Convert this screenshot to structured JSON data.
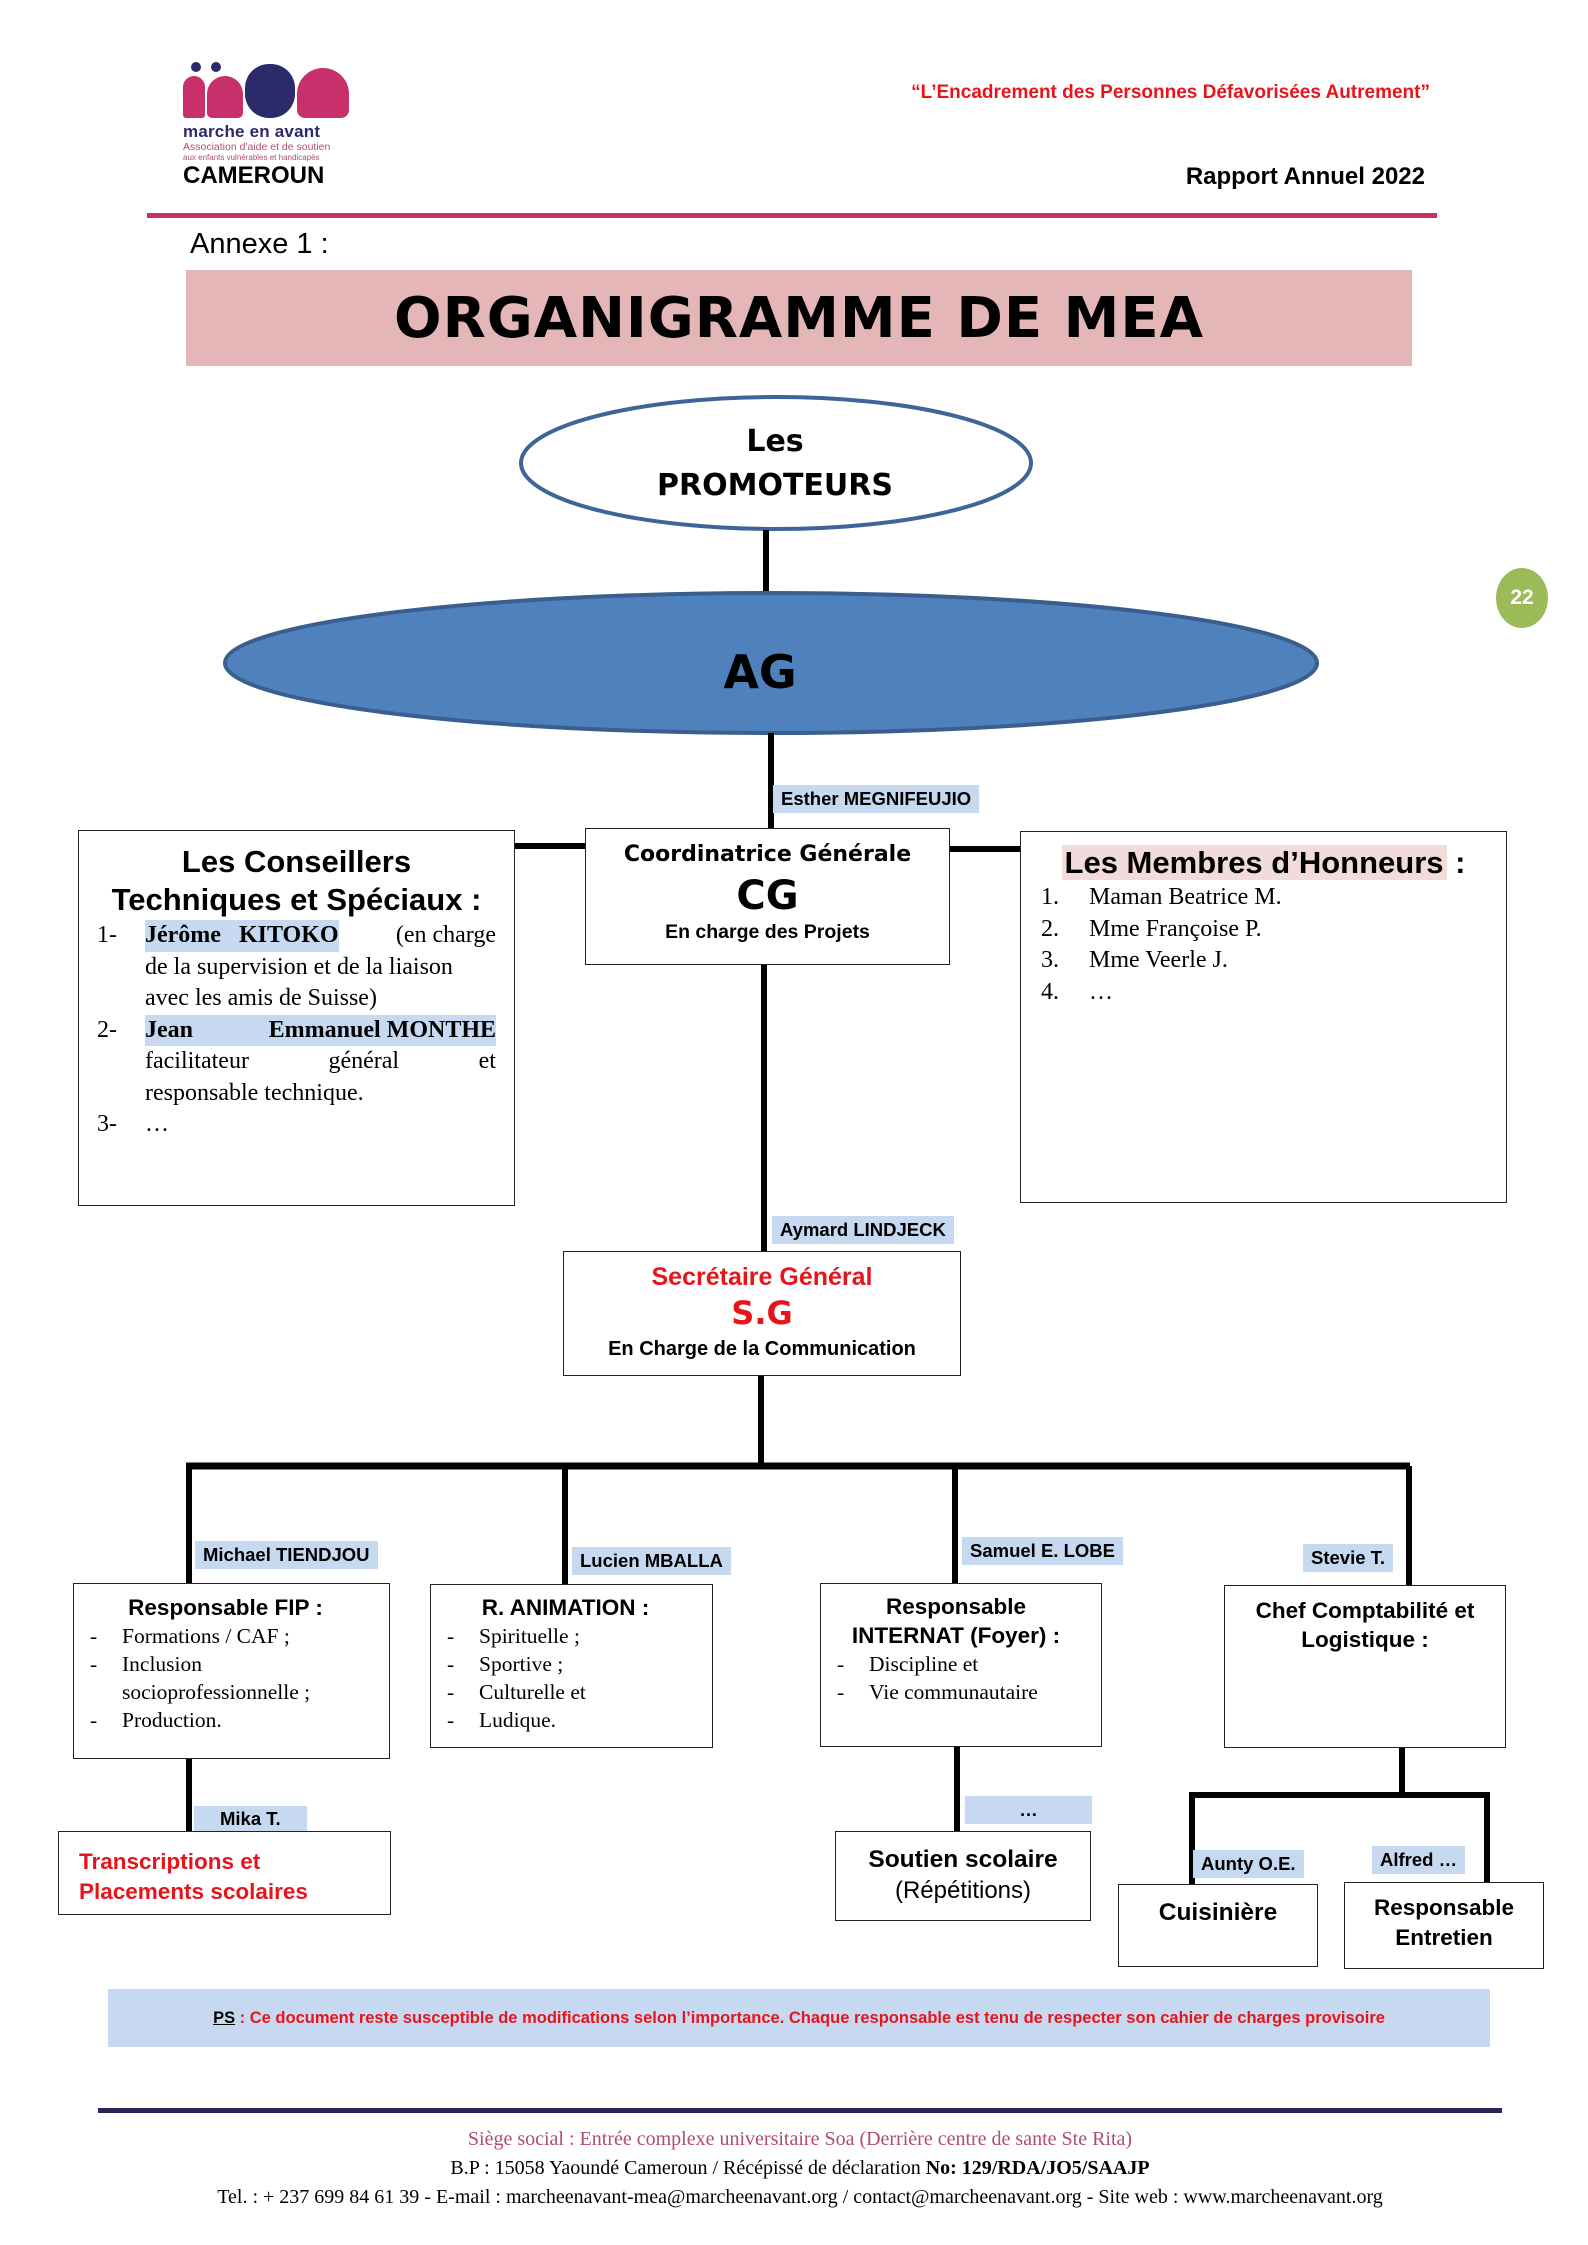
{
  "header": {
    "logo": {
      "name": "marche en avant",
      "subtitle_1": "Association d'aide et de soutien",
      "subtitle_2": "aux enfants vulnérables et handicapés",
      "country": "CAMEROUN"
    },
    "slogan": "“L’Encadrement des Personnes Défavorisées Autrement”",
    "report_title": "Rapport Annuel 2022"
  },
  "annexe_label": "Annexe 1 :",
  "page_title": "ORGANIGRAMME DE MEA",
  "page_number": "22",
  "colors": {
    "brand_pink": "#c8306b",
    "brand_navy": "#2b2a6b",
    "title_band": "#e4b6b7",
    "ag_fill": "#4f81bd",
    "name_tag": "#c6d9f0",
    "accent_red": "#e8141b",
    "page_badge": "#9bbb59"
  },
  "org": {
    "promoteurs": {
      "line1": "Les",
      "line2": "PROMOTEURS"
    },
    "ag": {
      "label": "AG"
    },
    "cg": {
      "person": "Esther MEGNIFEUJIO",
      "title": "Coordinatrice Générale",
      "abbr": "CG",
      "role": "En charge des Projets"
    },
    "conseillers": {
      "title_1": "Les Conseillers",
      "title_2": "Techniques et Spéciaux :",
      "items": [
        {
          "num": "1-",
          "name": "Jérôme KITOKO",
          "name_first": "Jérôme",
          "name_last": "KITOKO",
          "desc_line1": "(en charge",
          "desc_line2": "de la supervision et de la liaison",
          "desc_line3": "avec les amis de Suisse)"
        },
        {
          "num": "2-",
          "name": "Jean Emmanuel MONTHE",
          "name_first": "Jean",
          "name_last": "Emmanuel MONTHE",
          "desc_w1": "facilitateur",
          "desc_w2": "général",
          "desc_w3": "et",
          "desc_line2": "responsable technique."
        },
        {
          "num": "3-",
          "text": "…"
        }
      ]
    },
    "honneurs": {
      "title": "Les Membres d’Honneurs",
      "title_suffix": " :",
      "items": [
        {
          "num": "1.",
          "text": "Maman Beatrice M."
        },
        {
          "num": "2.",
          "text": "Mme Françoise P."
        },
        {
          "num": "3.",
          "text": "Mme Veerle J."
        },
        {
          "num": "4.",
          "text": "…"
        }
      ]
    },
    "sg": {
      "person": "Aymard LINDJECK",
      "title": "Secrétaire Général",
      "abbr": "S.G",
      "role": "En Charge de la Communication"
    },
    "departments": [
      {
        "person": "Michael TIENDJOU",
        "title": "Responsable FIP :",
        "items": [
          {
            "bullet": "-",
            "text": "Formations / CAF ;"
          },
          {
            "bullet": "-",
            "text": "Inclusion"
          },
          {
            "bullet": "",
            "text": "socioprofessionnelle ;"
          },
          {
            "bullet": "-",
            "text": "Production."
          }
        ]
      },
      {
        "person": "Lucien MBALLA",
        "title": "R. ANIMATION :",
        "items": [
          {
            "bullet": "-",
            "text": "Spirituelle ;"
          },
          {
            "bullet": "-",
            "text": "Sportive ;"
          },
          {
            "bullet": "-",
            "text": "Culturelle et"
          },
          {
            "bullet": "-",
            "text": "Ludique."
          }
        ]
      },
      {
        "person": "Samuel E. LOBE",
        "title_1": "Responsable",
        "title_2": "INTERNAT (Foyer) :",
        "items": [
          {
            "bullet": "-",
            "text": "Discipline et"
          },
          {
            "bullet": "-",
            "text": "Vie communautaire"
          }
        ]
      },
      {
        "person": "Stevie T.",
        "title_1": "Chef Comptabilité et",
        "title_2": "Logistique :"
      }
    ],
    "sub_units": {
      "transcriptions": {
        "person": "Mika T.",
        "line1": "Transcriptions et",
        "line2": "Placements scolaires"
      },
      "soutien": {
        "person": "…",
        "line1": "Soutien scolaire",
        "line2": "(Répétitions)"
      },
      "cuisiniere": {
        "person": "Aunty O.E.",
        "label": "Cuisinière"
      },
      "entretien": {
        "person": "Alfred …",
        "line1": "Responsable",
        "line2": "Entretien"
      }
    }
  },
  "ps_note": {
    "prefix": "PS",
    "text": " : Ce document reste susceptible de modifications selon l’importance. Chaque responsable est tenu de respecter son cahier de charges provisoire"
  },
  "footer": {
    "line1": "Siège social : Entrée complexe universitaire Soa (Derrière centre de sante Ste Rita)",
    "line2_a": "B.P : 15058 Yaoundé Cameroun / Récépissé de déclaration ",
    "line2_b": "No: 129/RDA/JO5/SAAJP",
    "line3": "Tel. : + 237 699 84 61 39 - E-mail : marcheenavant-mea@marcheenavant.org / contact@marcheenavant.org - Site web : www.marcheenavant.org"
  }
}
